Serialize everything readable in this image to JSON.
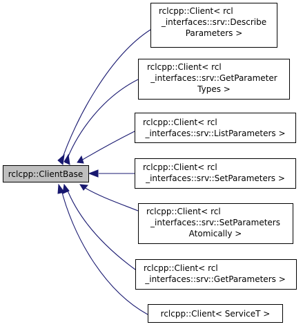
{
  "diagram": {
    "base_class": {
      "label": "rclcpp::ClientBase"
    },
    "derived_classes": [
      {
        "lines": [
          "rclcpp::Client< rcl",
          "_interfaces::srv::Describe",
          "Parameters >"
        ]
      },
      {
        "lines": [
          "rclcpp::Client< rcl",
          "_interfaces::srv::GetParameter",
          "Types >"
        ]
      },
      {
        "lines": [
          "rclcpp::Client< rcl",
          "_interfaces::srv::ListParameters >"
        ]
      },
      {
        "lines": [
          "rclcpp::Client< rcl",
          "_interfaces::srv::SetParameters >"
        ]
      },
      {
        "lines": [
          "rclcpp::Client< rcl",
          "_interfaces::srv::SetParameters",
          "Atomically >"
        ]
      },
      {
        "lines": [
          "rclcpp::Client< rcl",
          "_interfaces::srv::GetParameters >"
        ]
      },
      {
        "lines": [
          "rclcpp::Client< ServiceT >"
        ]
      }
    ],
    "colors": {
      "edge": "#191970",
      "base_fill": "#bfbfbf",
      "node_fill": "#ffffff",
      "border": "#000000"
    }
  }
}
